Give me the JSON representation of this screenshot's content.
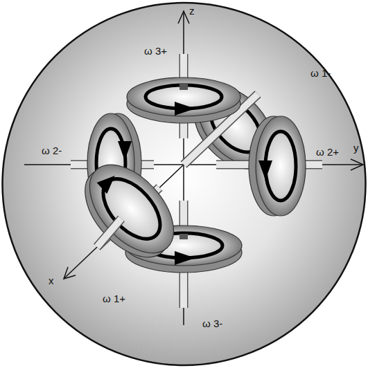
{
  "diagram": {
    "labels": [
      "z",
      "ω 3+",
      "ω 1-",
      "ω 2-",
      "ω 2+",
      "y",
      "x",
      "ω 1+",
      "ω 3-"
    ]
  }
}
